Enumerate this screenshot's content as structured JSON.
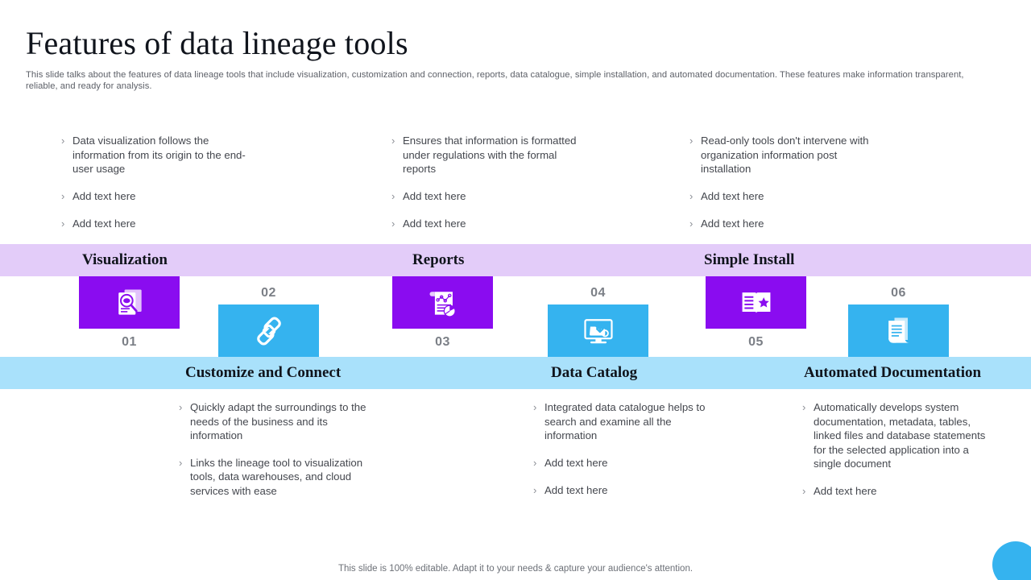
{
  "header": {
    "title": "Features of data lineage tools",
    "subtitle": "This slide talks about the features of data lineage tools that include visualization, customization and connection, reports, data catalogue, simple installation, and automated documentation. These features make information transparent, reliable, and ready for analysis."
  },
  "top_columns": [
    {
      "band_label": "Visualization",
      "bullets": [
        "Data visualization follows the information from its origin to the end-user usage",
        "Add text here",
        "Add text here"
      ]
    },
    {
      "band_label": "Reports",
      "bullets": [
        "Ensures that information is formatted under regulations with the formal reports",
        "Add text here",
        "Add text here"
      ]
    },
    {
      "band_label": "Simple Install",
      "bullets": [
        "Read-only tools don't intervene with organization information post installation",
        "Add text here",
        "Add text here"
      ]
    }
  ],
  "bottom_columns": [
    {
      "band_label": "Customize and Connect",
      "bullets": [
        "Quickly adapt the surroundings to the needs of the business and its information",
        "Links the lineage tool to visualization tools, data warehouses, and cloud services with ease"
      ]
    },
    {
      "band_label": "Data Catalog",
      "bullets": [
        "Integrated data catalogue helps to search and examine all the information",
        "Add text here",
        "Add text here"
      ]
    },
    {
      "band_label": "Automated Documentation",
      "bullets": [
        "Automatically develops system documentation, metadata, tables, linked files and database statements for the selected application into a single document",
        "Add text here"
      ]
    }
  ],
  "steps": [
    {
      "number": "01",
      "icon": "document-search-icon",
      "color": "#8a0cf0",
      "position": "above"
    },
    {
      "number": "02",
      "icon": "chain-link-icon",
      "color": "#35b3ef",
      "position": "below"
    },
    {
      "number": "03",
      "icon": "report-chart-icon",
      "color": "#8a0cf0",
      "position": "above"
    },
    {
      "number": "04",
      "icon": "monitor-install-icon",
      "color": "#35b3ef",
      "position": "below"
    },
    {
      "number": "05",
      "icon": "open-book-star-icon",
      "color": "#8a0cf0",
      "position": "above"
    },
    {
      "number": "06",
      "icon": "document-lines-icon",
      "color": "#35b3ef",
      "position": "below"
    }
  ],
  "bullet_marker": "›",
  "footer": {
    "note": "This slide is 100% editable. Adapt it to your needs & capture your audience's attention."
  },
  "colors": {
    "band_top": "#e3ccf9",
    "band_bottom": "#a9e1fb",
    "purple": "#8a0cf0",
    "blue": "#35b3ef",
    "text": "#44474e"
  }
}
